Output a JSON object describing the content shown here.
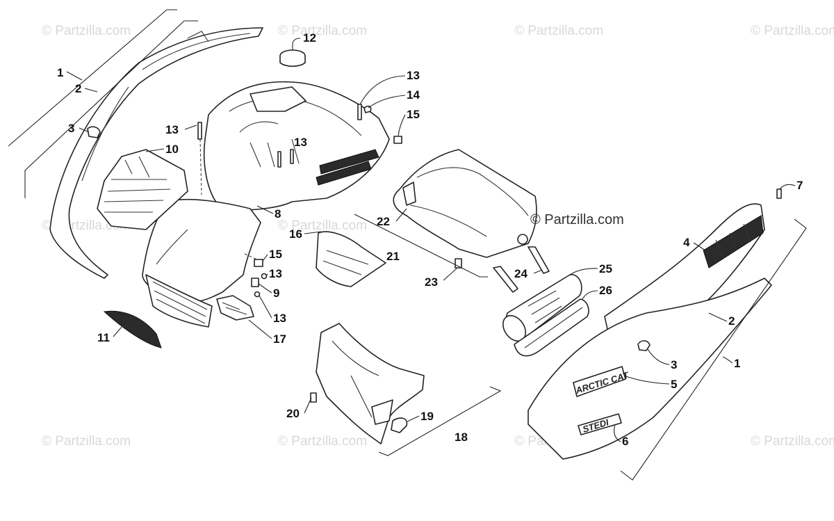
{
  "watermark": {
    "text": "© Partzilla.com",
    "color": "#d8d8d8"
  },
  "brand": {
    "text": "© Partzilla.com"
  },
  "decals": {
    "arctic_cat": "ARCTIC CAT",
    "model": "STEDI"
  },
  "callouts": {
    "c1a": "1",
    "c2a": "2",
    "c3a": "3",
    "c12": "12",
    "c13a": "13",
    "c14": "14",
    "c15a": "15",
    "c13b": "13",
    "c10": "10",
    "c13c": "13",
    "c8": "8",
    "c16": "16",
    "c15b": "15",
    "c13d": "13",
    "c9": "9",
    "c13e": "13",
    "c17": "17",
    "c11": "11",
    "c22": "22",
    "c21": "21",
    "c23": "23",
    "c24": "24",
    "c25": "25",
    "c26": "26",
    "c7": "7",
    "c4": "4",
    "c2b": "2",
    "c1b": "1",
    "c3b": "3",
    "c5": "5",
    "c6": "6",
    "c20": "20",
    "c19": "19",
    "c18": "18"
  }
}
